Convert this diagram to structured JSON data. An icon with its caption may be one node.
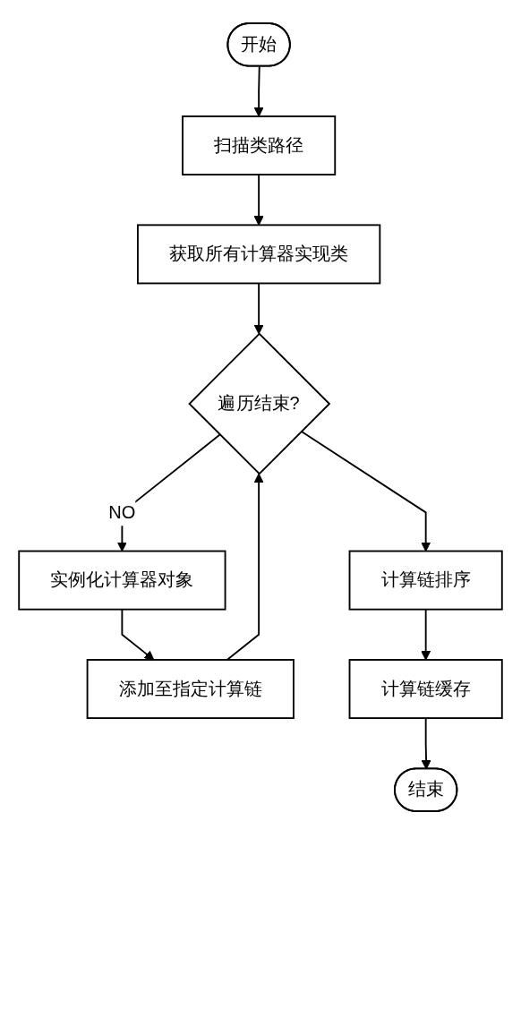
{
  "diagram": {
    "nodes": [
      {
        "text": [
          "开始"
        ]
      },
      {
        "text": [
          "扫描类路径"
        ]
      },
      {
        "text": [
          "获取所有计算器实现类"
        ]
      },
      {
        "text": [
          "遍历结束?"
        ]
      },
      {
        "text": [
          "实例化计算器对象"
        ]
      },
      {
        "text": [
          "添加至指定计算链"
        ]
      },
      {
        "text": [
          "计算链排序"
        ]
      },
      {
        "text": [
          "计算链缓存"
        ]
      },
      {
        "text": [
          "结束"
        ]
      }
    ],
    "edges": [
      {
        "from": 0,
        "to": 1,
        "arrow": "to"
      },
      {
        "from": 1,
        "to": 2,
        "arrow": "to"
      },
      {
        "from": 2,
        "to": 3,
        "arrow": "to"
      },
      {
        "from": 3,
        "to": 4,
        "arrow": "to",
        "label": "NO"
      },
      {
        "from": 4,
        "to": 5,
        "arrow": "to"
      },
      {
        "from": 5,
        "to": 3,
        "arrow": "to"
      },
      {
        "from": 3,
        "to": 6,
        "arrow": "to"
      },
      {
        "from": 6,
        "to": 7,
        "arrow": "to"
      },
      {
        "from": 7,
        "to": 8,
        "arrow": "to"
      }
    ]
  }
}
